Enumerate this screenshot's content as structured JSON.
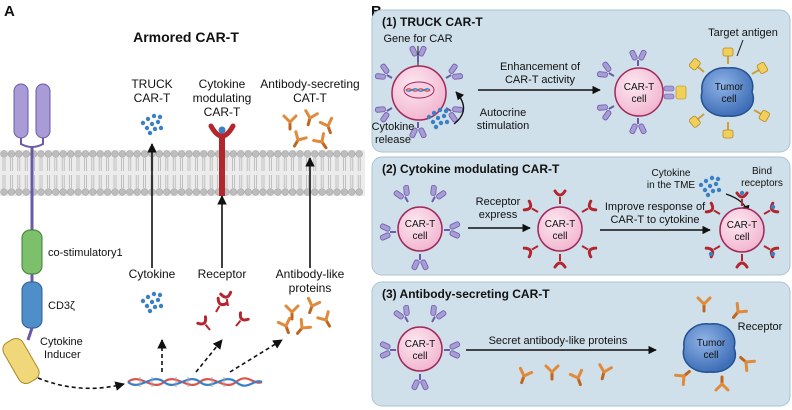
{
  "panelA": {
    "letter": "A",
    "title": "Armored CAR-T",
    "types": [
      {
        "line1": "TRUCK",
        "line2": "CAR-T",
        "line3": ""
      },
      {
        "line1": "Cytokine",
        "line2": "modulating",
        "line3": "CAR-T"
      },
      {
        "line1": "Antibody-secreting",
        "line2": "CAT-T",
        "line3": ""
      }
    ],
    "domains": {
      "costim": "co-stimulatory1",
      "cd3z": "CD3ζ",
      "inducer_line1": "Cytokine",
      "inducer_line2": "Inducer"
    },
    "products": {
      "cytokine": "Cytokine",
      "receptor": "Receptor",
      "antibody_line1": "Antibody-like",
      "antibody_line2": "proteins"
    }
  },
  "panelB": {
    "letter": "B",
    "box1": {
      "title": "(1) TRUCK CAR-T",
      "gene_label": "Gene for CAR",
      "cytokine_line1": "Cytokine",
      "cytokine_line2": "release",
      "autocrine_line1": "Autocrine",
      "autocrine_line2": "stimulation",
      "enhance_line1": "Enhancement of",
      "enhance_line2": "CAR-T activity",
      "target_antigen": "Target antigen",
      "cart_line1": "CAR-T",
      "cart_line2": "cell",
      "tumor_line1": "Tumor",
      "tumor_line2": "cell"
    },
    "box2": {
      "title": "(2) Cytokine modulating CAR-T",
      "receptor_express_line1": "Receptor",
      "receptor_express_line2": "express",
      "cytokine_tme_line1": "Cytokine",
      "cytokine_tme_line2": "in the TME",
      "bind_line1": "Bind",
      "bind_line2": "receptors",
      "improve_line1": "Improve response of",
      "improve_line2": "CAR-T to cytokine",
      "cart_line1": "CAR-T",
      "cart_line2": "cell"
    },
    "box3": {
      "title": "(3) Antibody-secreting CAR-T",
      "secret": "Secret antibody-like proteins",
      "receptor": "Receptor",
      "cart_line1": "CAR-T",
      "cart_line2": "cell",
      "tumor_line1": "Tumor",
      "tumor_line2": "cell"
    }
  },
  "colors": {
    "panel_bg": "#cfe0ea",
    "cell_pink": "#f6cfe0",
    "cell_border": "#a0285a",
    "car_purple": "#a99bd6",
    "tumor_blue": "#5b86c8",
    "antibody_orange": "#e08a3c",
    "cytokine_blue": "#3b7fc4",
    "receptor_red": "#b3262e",
    "membrane_gray": "#bdbdbd",
    "costim_green": "#7cc06c",
    "cd3z_blue": "#4f8fc9",
    "inducer_yellow": "#f0d77a"
  }
}
